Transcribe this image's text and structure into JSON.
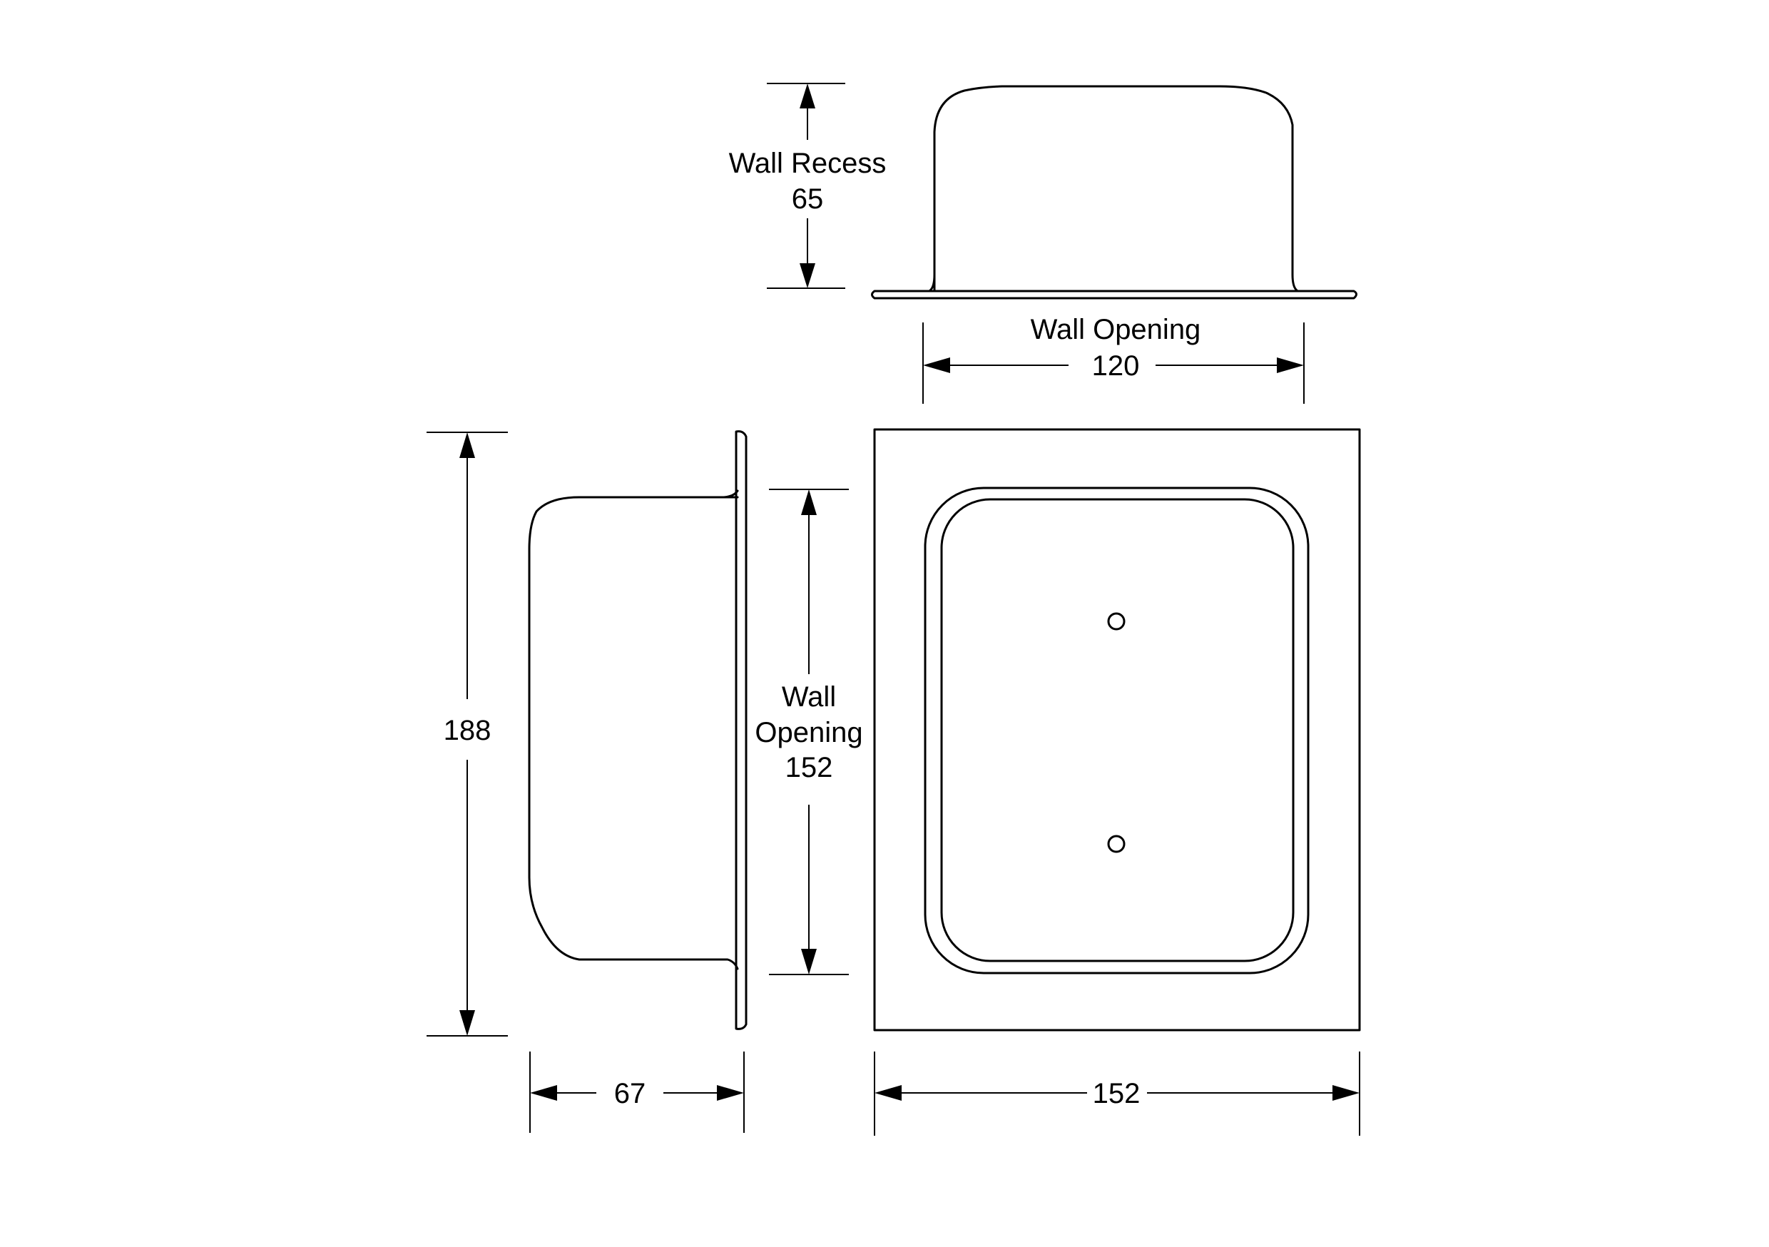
{
  "dimensions": {
    "wall_recess": {
      "label": "Wall Recess",
      "value": "65"
    },
    "wall_opening_width": {
      "label": "Wall Opening",
      "value": "120"
    },
    "wall_opening_height": {
      "label_line1": "Wall",
      "label_line2": "Opening",
      "value": "152"
    },
    "total_height": {
      "value": "188"
    },
    "side_depth": {
      "value": "67"
    },
    "front_width": {
      "value": "152"
    }
  }
}
